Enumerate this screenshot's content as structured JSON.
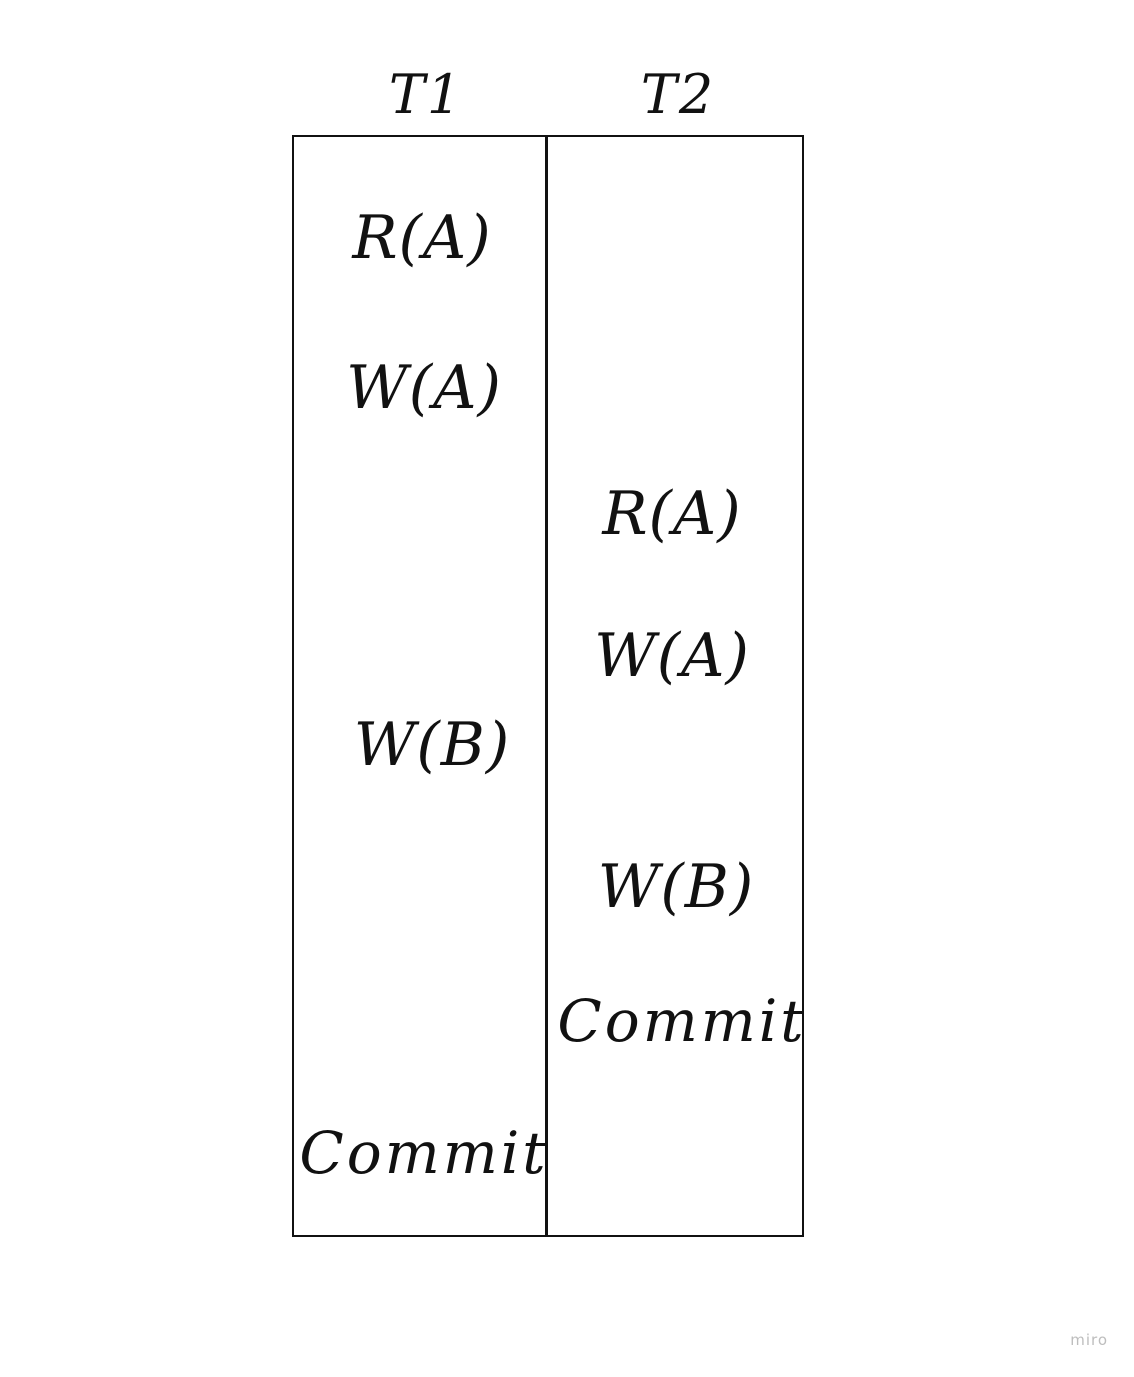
{
  "diagram": {
    "columns": [
      {
        "header": "T1",
        "operations": [
          "R(A)",
          "W(A)",
          "W(B)",
          "Commit"
        ]
      },
      {
        "header": "T2",
        "operations": [
          "R(A)",
          "W(A)",
          "W(B)",
          "Commit"
        ]
      }
    ]
  },
  "watermark": "miro"
}
